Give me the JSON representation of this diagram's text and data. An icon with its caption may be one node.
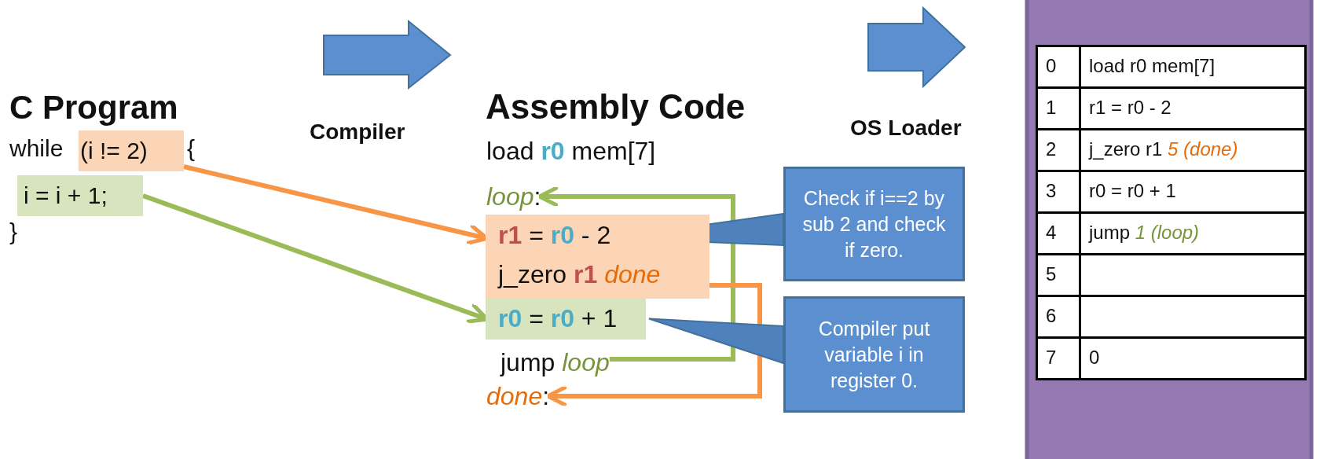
{
  "diagram": {
    "nodes": [
      {
        "text": [
          "(i != 2)"
        ]
      },
      {
        "text": [
          "i = i + 1;"
        ]
      },
      {
        "text": [
          "*loop*:"
        ]
      },
      {
        "text": [],
        "shape": "box"
      },
      {
        "text": [
          "**r1** = **r0** - 2"
        ],
        "in": 3
      },
      {
        "text": [
          "j_zero **r1** *done*"
        ],
        "in": 3
      },
      {
        "text": [
          "**r0** = **r0** + 1"
        ]
      },
      {
        "text": [
          "jump *loop*"
        ]
      },
      {
        "text": [
          "*done*:"
        ]
      },
      {
        "text": [
          "Check if i==2 by sub 2 and check if zero."
        ]
      },
      {
        "text": [
          "Compiler put variable i in register 0."
        ]
      }
    ],
    "edges": [
      {
        "from": 0,
        "to": 3,
        "arrow": "to",
        "color": "#f79646"
      },
      {
        "from": 1,
        "to": 6,
        "arrow": "to",
        "color": "#9bbb59"
      },
      {
        "from": 7,
        "to": 2,
        "arrow": "to",
        "color": "#9bbb59"
      },
      {
        "from": 5,
        "to": 8,
        "arrow": "to",
        "color": "#f79646"
      },
      {
        "from": 9,
        "to": 4,
        "arrow": "none",
        "color": "#4f81bd"
      },
      {
        "from": 10,
        "to": 6,
        "arrow": "none",
        "color": "#4f81bd"
      }
    ],
    "labels": [
      "C Program",
      "while",
      "{",
      "}",
      "Compiler",
      "Assembly Code",
      "load **r0** mem[7]",
      "OS Loader",
      "0",
      "load r0 mem[7]",
      "1",
      "r1 = r0 - 2",
      "2",
      "j_zero r1 *5 (done)*",
      "3",
      "r0 = r0 + 1",
      "4",
      "jump *1 (loop)*",
      "5",
      "6",
      "7",
      "0"
    ]
  }
}
